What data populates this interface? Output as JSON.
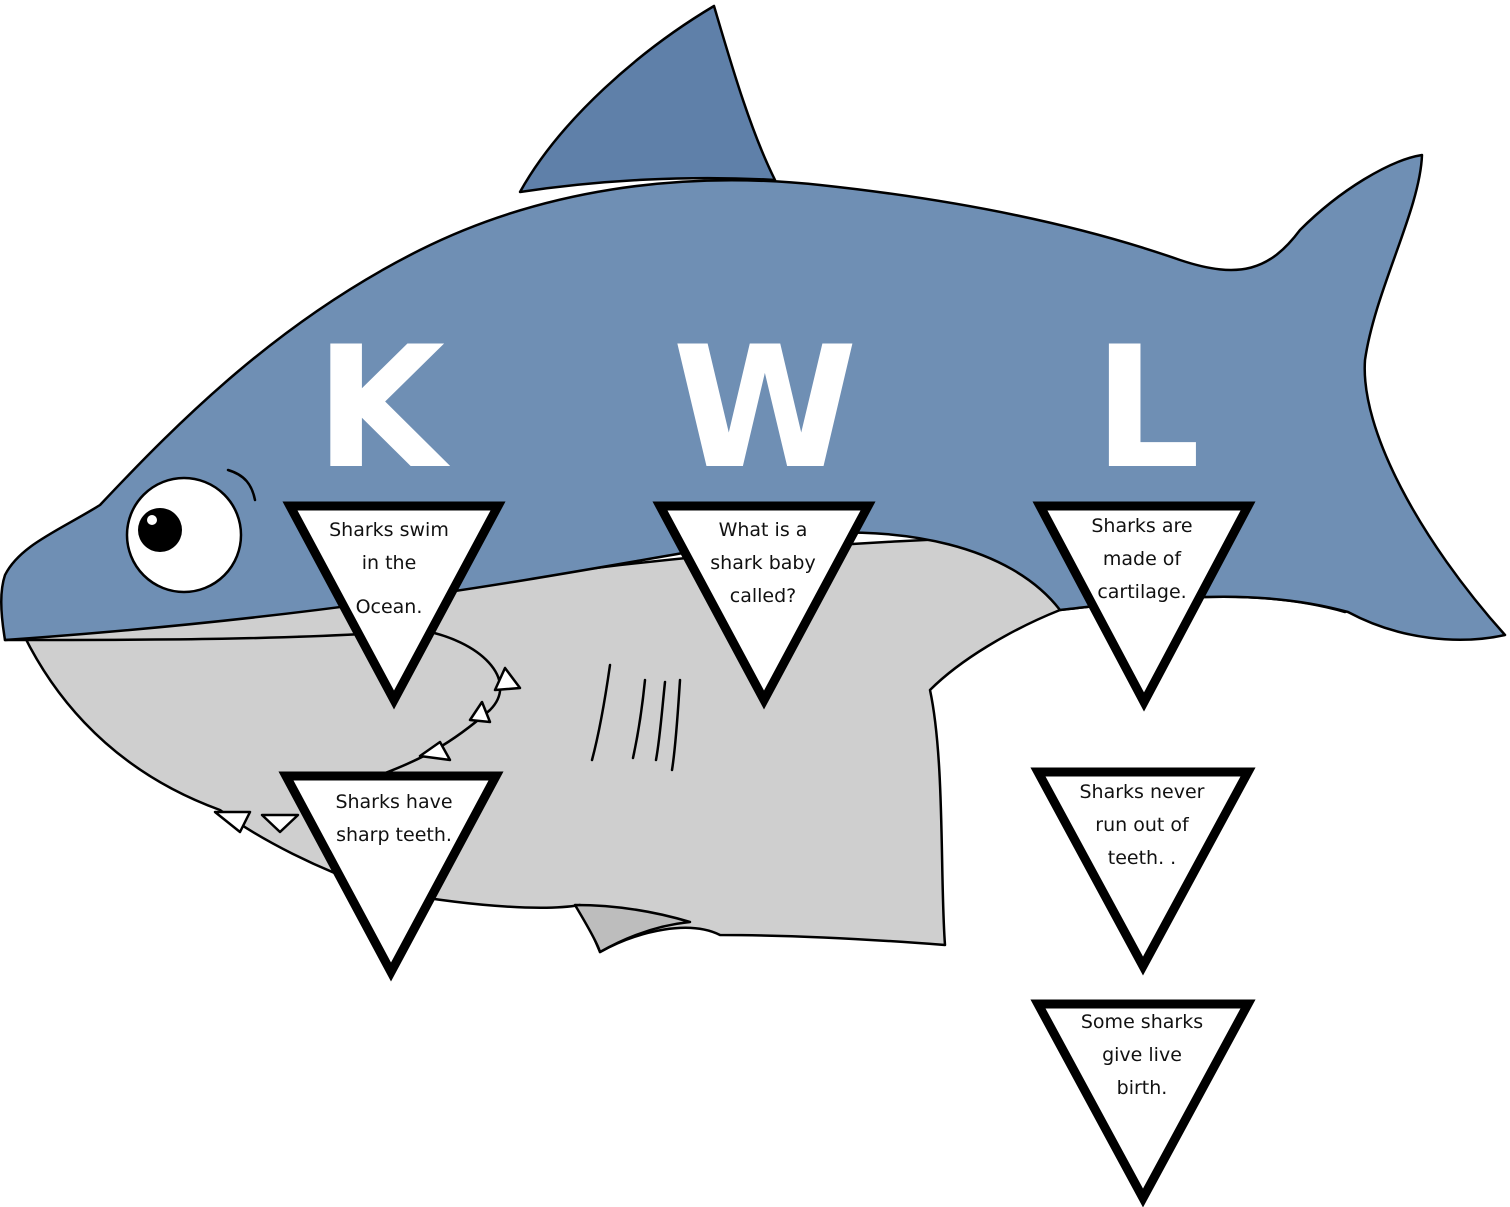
{
  "colors": {
    "body_blue": "#6f8fb4",
    "fin_blue": "#5f80a9",
    "belly_gray": "#cfcfcf",
    "belly_shadow": "#b8b8b8",
    "outline": "#000000",
    "eye_white": "#ffffff",
    "card_fill": "#ffffff",
    "card_border": "#000000"
  },
  "illustration": {
    "subject": "cartoon shark",
    "icon": "shark-illustration"
  },
  "columns": [
    {
      "letter": "K",
      "cards": [
        {
          "lines": [
            "Sharks swim",
            "in the",
            "Ocean."
          ]
        },
        {
          "lines": [
            "Sharks  have",
            "sharp  teeth."
          ]
        }
      ]
    },
    {
      "letter": "W",
      "cards": [
        {
          "lines": [
            "What is a",
            "shark baby",
            "called?"
          ]
        }
      ]
    },
    {
      "letter": "L",
      "cards": [
        {
          "lines": [
            "Sharks are",
            "made of",
            "cartilage."
          ]
        },
        {
          "lines": [
            "Sharks never",
            "run out of",
            "teeth. ."
          ]
        },
        {
          "lines": [
            "Some sharks",
            "give live",
            "birth."
          ]
        }
      ]
    }
  ]
}
